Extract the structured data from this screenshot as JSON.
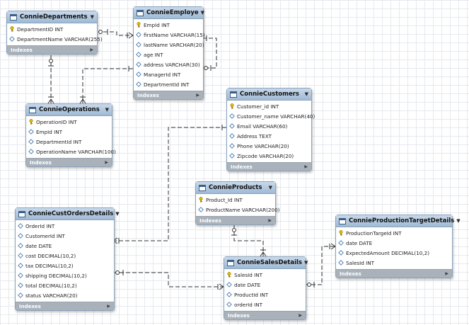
{
  "diagram": {
    "colors": {
      "header_top": "#c9d9ea",
      "header_bottom": "#9fbad5",
      "footer": "#a9b1ba",
      "key_icon": "#e6b800",
      "column_icon": "#4a7db5",
      "relationship_line": "#333333"
    },
    "icons": {
      "table": "table-icon",
      "primary_key": "key-icon",
      "column": "column-diamond-icon",
      "dropdown": "dropdown-arrow-icon",
      "expand": "expand-arrow-icon"
    },
    "tables": [
      {
        "id": "departments",
        "name": "ConnieDepartments",
        "columns": [
          {
            "text": "DepartmentID INT",
            "pk": true
          },
          {
            "text": "DepartmentName VARCHAR(255)",
            "pk": false
          }
        ],
        "indexes_label": "Indexes"
      },
      {
        "id": "employee",
        "name": "ConnieEmploye",
        "columns": [
          {
            "text": "EmpId INT",
            "pk": true
          },
          {
            "text": "firstName VARCHAR(15)",
            "pk": false
          },
          {
            "text": "lastName VARCHAR(20)",
            "pk": false
          },
          {
            "text": "age INT",
            "pk": false
          },
          {
            "text": "address VARCHAR(30)",
            "pk": false
          },
          {
            "text": "ManagerId INT",
            "pk": false
          },
          {
            "text": "DepartmentId INT",
            "pk": false
          }
        ],
        "indexes_label": "Indexes"
      },
      {
        "id": "operations",
        "name": "ConnieOperations",
        "columns": [
          {
            "text": "OperationID INT",
            "pk": true
          },
          {
            "text": "EmpId INT",
            "pk": false
          },
          {
            "text": "DepartmentId INT",
            "pk": false
          },
          {
            "text": "OperationName VARCHAR(100)",
            "pk": false
          }
        ],
        "indexes_label": "Indexes"
      },
      {
        "id": "customers",
        "name": "ConnieCustomers",
        "columns": [
          {
            "text": "Customer_id INT",
            "pk": true
          },
          {
            "text": "Customer_name VARCHAR(40)",
            "pk": false
          },
          {
            "text": "Email VARCHAR(60)",
            "pk": false
          },
          {
            "text": "Address TEXT",
            "pk": false
          },
          {
            "text": "Phone VARCHAR(20)",
            "pk": false
          },
          {
            "text": "Zipcode VARCHAR(20)",
            "pk": false
          }
        ],
        "indexes_label": "Indexes"
      },
      {
        "id": "products",
        "name": "ConnieProducts",
        "columns": [
          {
            "text": "Product_Id INT",
            "pk": true
          },
          {
            "text": "ProductName VARCHAR(200)",
            "pk": false
          }
        ],
        "indexes_label": "Indexes"
      },
      {
        "id": "custorders",
        "name": "ConnieCustOrdersDetails",
        "columns": [
          {
            "text": "OrderId INT",
            "pk": false
          },
          {
            "text": "CustomerId INT",
            "pk": false
          },
          {
            "text": "date DATE",
            "pk": false
          },
          {
            "text": "cost DECIMAL(10,2)",
            "pk": false
          },
          {
            "text": "tax DECIMAL(10,2)",
            "pk": false
          },
          {
            "text": "shipping DECIMAL(10,2)",
            "pk": false
          },
          {
            "text": "total DECIMAL(10,2)",
            "pk": false
          },
          {
            "text": "status VARCHAR(20)",
            "pk": false
          }
        ],
        "indexes_label": "Indexes"
      },
      {
        "id": "sales",
        "name": "ConnieSalesDetails",
        "columns": [
          {
            "text": "SalesId INT",
            "pk": true
          },
          {
            "text": "date DATE",
            "pk": false
          },
          {
            "text": "ProductId INT",
            "pk": false
          },
          {
            "text": "orderId INT",
            "pk": false
          }
        ],
        "indexes_label": "Indexes"
      },
      {
        "id": "target",
        "name": "ConnieProductionTargetDetails",
        "columns": [
          {
            "text": "ProductionTargeId INT",
            "pk": true
          },
          {
            "text": "date DATE",
            "pk": false
          },
          {
            "text": "ExpectedAmount DECIMAL(10,2)",
            "pk": false
          },
          {
            "text": "SalesId INT",
            "pk": false
          }
        ],
        "indexes_label": "Indexes"
      }
    ]
  }
}
